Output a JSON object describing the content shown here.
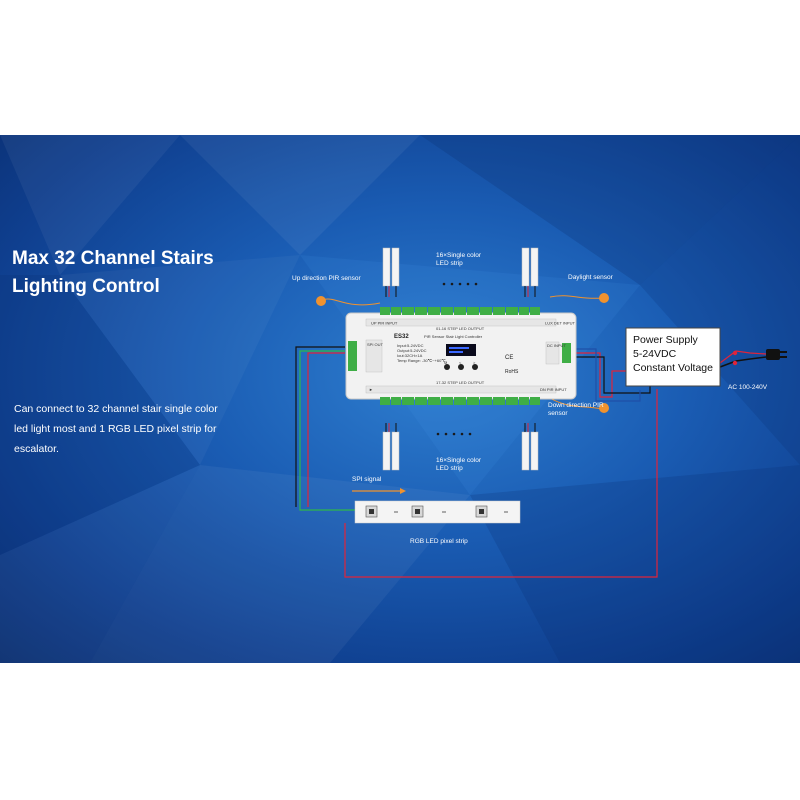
{
  "headline": {
    "line1": "Max 32 Channel Stairs",
    "line2": "Lighting Control"
  },
  "description": "Can connect to 32 channel stair single color led light most and 1 RGB LED pixel strip for escalator.",
  "labels": {
    "up_sensor": "Up direction PIR sensor",
    "daylight_sensor": "Daylight sensor",
    "down_sensor": "Down direction PIR sensor",
    "top_strip": "16×Single color LED strip",
    "bottom_strip": "16×Single color LED strip",
    "spi_signal": "SPI signal",
    "rgb_strip": "RGB LED pixel strip",
    "ac": "AC 100-240V"
  },
  "power_supply": {
    "line1": "Power Supply",
    "line2": "5-24VDC",
    "line3": "Constant Voltage"
  },
  "controller": {
    "model": "ES32",
    "name": "PIR Sensor Stair Light Controller",
    "top_output": "01-16 STEP LED OUTPUT",
    "bottom_output": "17-32 STEP LED OUTPUT",
    "up_pir": "UP PIR INPUT",
    "dn_pir": "DN PIR INPUT",
    "lux_det": "LUX DET INPUT",
    "spi": "SPI OUT",
    "dc_input": "DC INPUT",
    "specs": [
      "Input:5-24VDC",
      "Output:5-24VDC",
      "Iout:32CH×1A",
      "Temp Range: -30℃~+60℃"
    ],
    "buttons": [
      "M",
      "<",
      ">"
    ],
    "marks": [
      "CE",
      "RoHS"
    ]
  },
  "colors": {
    "accent_orange": "#f0922e",
    "wire_red": "#e0243a",
    "wire_green": "#2eb84a",
    "wire_black": "#111111"
  }
}
